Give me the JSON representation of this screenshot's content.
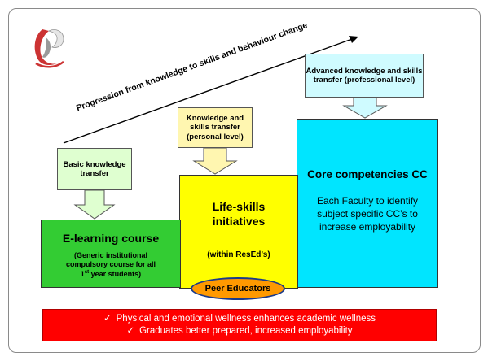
{
  "diagram": {
    "progression_label": "Progression from knowledge to skills and behaviour change",
    "callouts": {
      "basic": "Basic knowledge transfer",
      "personal": "Knowledge and skills transfer (personal level)",
      "advanced": "Advanced knowledge and skills transfer (professional level)"
    },
    "boxes": {
      "elearning": {
        "title": "E-learning course",
        "subtitle_line1": "(Generic institutional",
        "subtitle_line2": "compulsory course for all",
        "subtitle_line3_pre": "1",
        "subtitle_line3_sup": "st",
        "subtitle_line3_post": " year students)"
      },
      "lifeskills": {
        "title_line1": "Life-skills",
        "title_line2": "initiatives",
        "subtitle": "(within ResEd’s)"
      },
      "core": {
        "title": "Core competencies CC",
        "body_line1": "Each Faculty to identify",
        "body_line2": "subject specific CC’s to",
        "body_line3": "increase employability"
      }
    },
    "peer_educators": "Peer Educators",
    "banner": {
      "line1": "Physical and emotional wellness enhances academic wellness",
      "line2": "Graduates better prepared, increased employability",
      "check_glyph": "✓"
    }
  },
  "colors": {
    "elearning": "#33cc33",
    "lifeskills": "#ffff00",
    "core": "#00e5ff",
    "peer": "#ff9900",
    "banner": "#ff0000",
    "logo": "#cc3333"
  }
}
